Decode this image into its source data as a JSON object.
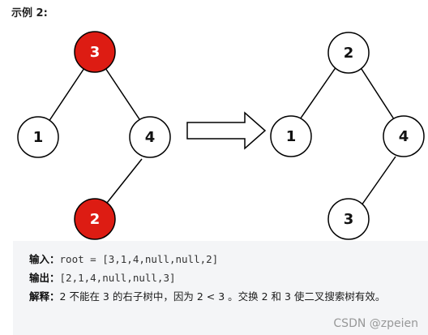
{
  "title": "示例 2:",
  "colors": {
    "highlight": "#dd1c13",
    "stroke": "#000000",
    "panel_bg": "#f4f5f7"
  },
  "left_tree": {
    "nodes": [
      {
        "id": "l3",
        "label": "3",
        "highlight": true
      },
      {
        "id": "l1",
        "label": "1",
        "highlight": false
      },
      {
        "id": "l4",
        "label": "4",
        "highlight": false
      },
      {
        "id": "l2",
        "label": "2",
        "highlight": true
      }
    ],
    "edges": [
      [
        "l3",
        "l1"
      ],
      [
        "l3",
        "l4"
      ],
      [
        "l4",
        "l2"
      ]
    ]
  },
  "right_tree": {
    "nodes": [
      {
        "id": "r2",
        "label": "2",
        "highlight": false
      },
      {
        "id": "r1",
        "label": "1",
        "highlight": false
      },
      {
        "id": "r4",
        "label": "4",
        "highlight": false
      },
      {
        "id": "r3",
        "label": "3",
        "highlight": false
      }
    ],
    "edges": [
      [
        "r2",
        "r1"
      ],
      [
        "r2",
        "r4"
      ],
      [
        "r4",
        "r3"
      ]
    ]
  },
  "arrow_icon": "right-arrow-icon",
  "explanation": {
    "input_label": "输入：",
    "input_value": "root = [3,1,4,null,null,2]",
    "output_label": "输出：",
    "output_value": "[2,1,4,null,null,3]",
    "explain_label": "解释：",
    "explain_text": "2 不能在 3 的右子树中，因为 2 < 3 。交换 2 和 3 使二叉搜索树有效。"
  },
  "watermark": "CSDN @zpeien"
}
